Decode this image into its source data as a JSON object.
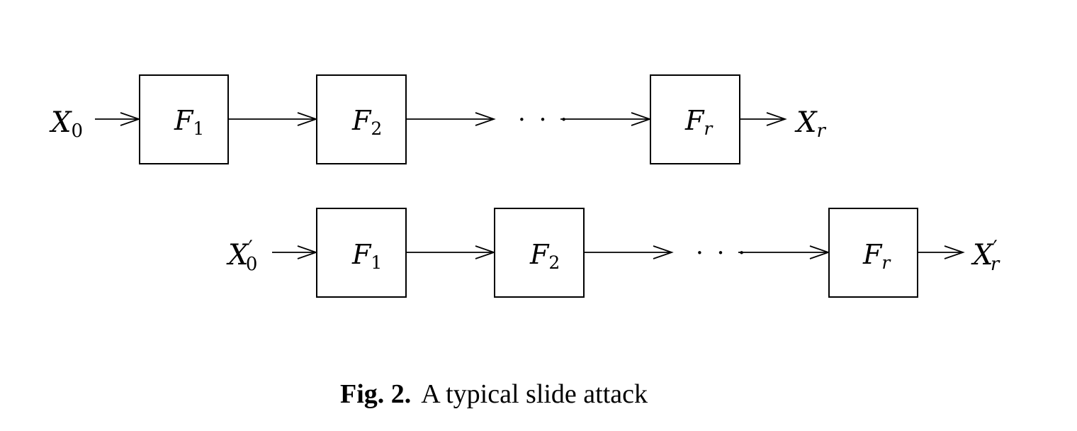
{
  "rows": [
    {
      "input": {
        "base": "X",
        "sub": "0",
        "prime": ""
      },
      "rounds": [
        {
          "base": "F",
          "sub": "1"
        },
        {
          "base": "F",
          "sub": "2"
        },
        {
          "base": "F",
          "sub": "r"
        }
      ],
      "ellipsis": "· · ·",
      "output": {
        "base": "X",
        "sub": "r",
        "prime": ""
      }
    },
    {
      "input": {
        "base": "X",
        "sub": "0",
        "prime": "′"
      },
      "rounds": [
        {
          "base": "F",
          "sub": "1"
        },
        {
          "base": "F",
          "sub": "2"
        },
        {
          "base": "F",
          "sub": "r"
        }
      ],
      "ellipsis": "· · ·",
      "output": {
        "base": "X",
        "sub": "r",
        "prime": "′"
      }
    }
  ],
  "caption": {
    "label": "Fig. 2.",
    "text": "A typical slide attack"
  }
}
